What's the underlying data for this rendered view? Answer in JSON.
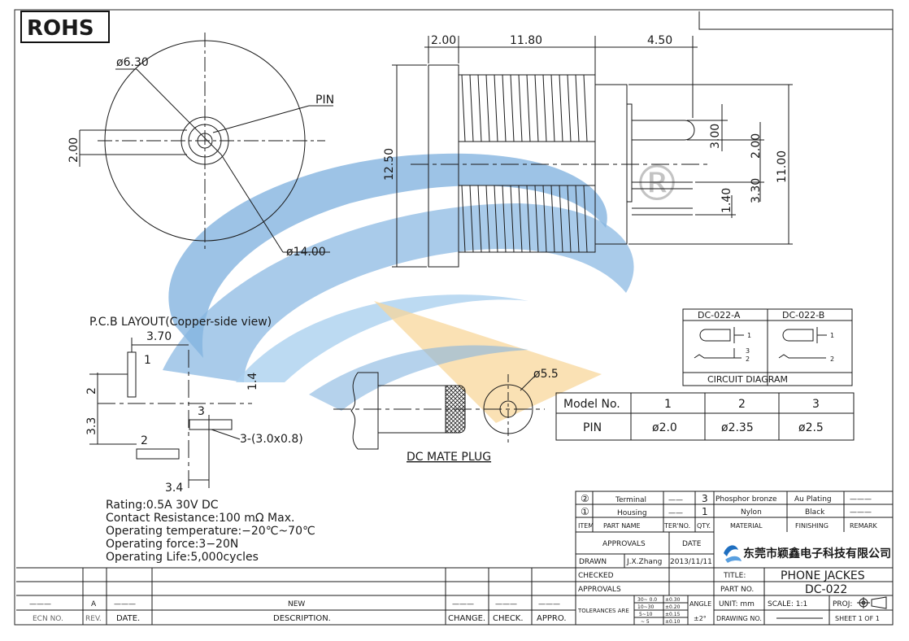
{
  "title_block": {
    "logo": "ROHS",
    "company": "东莞市颖鑫电子科技有限公司",
    "title_label": "TITLE:",
    "title": "PHONE JACKES",
    "part_no_label": "PART NO.",
    "part_no": "DC-022",
    "unit": "UNIT: mm",
    "scale": "SCALE:  1:1",
    "proj": "PROJ:",
    "sheet": "SHEET  1 OF 1",
    "drawing_no": "DRAWING NO.",
    "approvals": "APPROVALS",
    "date_label": "DATE",
    "drawn": "DRAWN",
    "drawn_by": "J.X.Zhang",
    "drawn_date": "2013/11/11",
    "checked": "CHECKED",
    "approvals2": "APPROVALS",
    "tolerances": "TOLERANCES ARE",
    "tol_ranges": [
      "30~ 0.0",
      "10~30",
      "5~10",
      "~ 5"
    ],
    "tol_values": [
      "±0.30",
      "±0.20",
      "±0.15",
      "±0.10"
    ],
    "angle": "ANGLE",
    "angle_value": "±2°"
  },
  "bom": {
    "rows": [
      {
        "item": "②",
        "name": "Terminal",
        "ter": "——",
        "qty": "3",
        "material": "Phosphor bronze",
        "finishing": "Au Plating",
        "remark": "———"
      },
      {
        "item": "①",
        "name": "Housing",
        "ter": "——",
        "qty": "1",
        "material": "Nylon",
        "finishing": "Black",
        "remark": "———"
      }
    ],
    "headers": [
      "ITEM",
      "PART NAME",
      "TER'NO.",
      "QTY.",
      "MATERIAL",
      "FINISHING",
      "REMARK"
    ]
  },
  "revision": {
    "headers": [
      "ECN NO.",
      "REV.",
      "DATE.",
      "DESCRIPTION.",
      "CHANGE.",
      "CHECK.",
      "APPRO."
    ],
    "row": [
      "———",
      "A",
      "———",
      "NEW",
      "———",
      "———",
      "———"
    ]
  },
  "model_table": {
    "headers": [
      "Model No.",
      "1",
      "2",
      "3"
    ],
    "row": [
      "PIN",
      "ø2.0",
      "ø2.35",
      "ø2.5"
    ]
  },
  "circuit": {
    "a": "DC-022-A",
    "b": "DC-022-B",
    "caption": "CIRCUIT  DIAGRAM",
    "pins": [
      "1",
      "3",
      "2",
      "1",
      "2"
    ]
  },
  "front_view": {
    "d_small": "ø6.30",
    "pin": "PIN",
    "h": "2.00",
    "d_large": "ø14.00"
  },
  "side_view": {
    "dims_top": [
      "2.00",
      "11.80",
      "4.50"
    ],
    "height": "12.50",
    "right_dims": [
      "3.00",
      "2.00",
      "3.30",
      "1.40",
      "11.00"
    ]
  },
  "pcb": {
    "title": "P.C.B  LAYOUT(Copper-side  view)",
    "w": "3.70",
    "h2": "2",
    "h33": "3.3",
    "h14": "1.4",
    "p1": "1",
    "p2": "2",
    "p3": "3",
    "slot": "3-(3.0x0.8)",
    "w34": "3.4"
  },
  "plug": {
    "diam": "ø5.5",
    "caption": "DC  MATE  PLUG"
  },
  "specs": [
    "Rating:0.5A  30V  DC",
    "Contact  Resistance:100  mΩ  Max.",
    "Operating  temperature:−20℃~70℃",
    "Operating  force:3−20N",
    "Operating  Life:5,000cycles"
  ],
  "watermark": "®"
}
